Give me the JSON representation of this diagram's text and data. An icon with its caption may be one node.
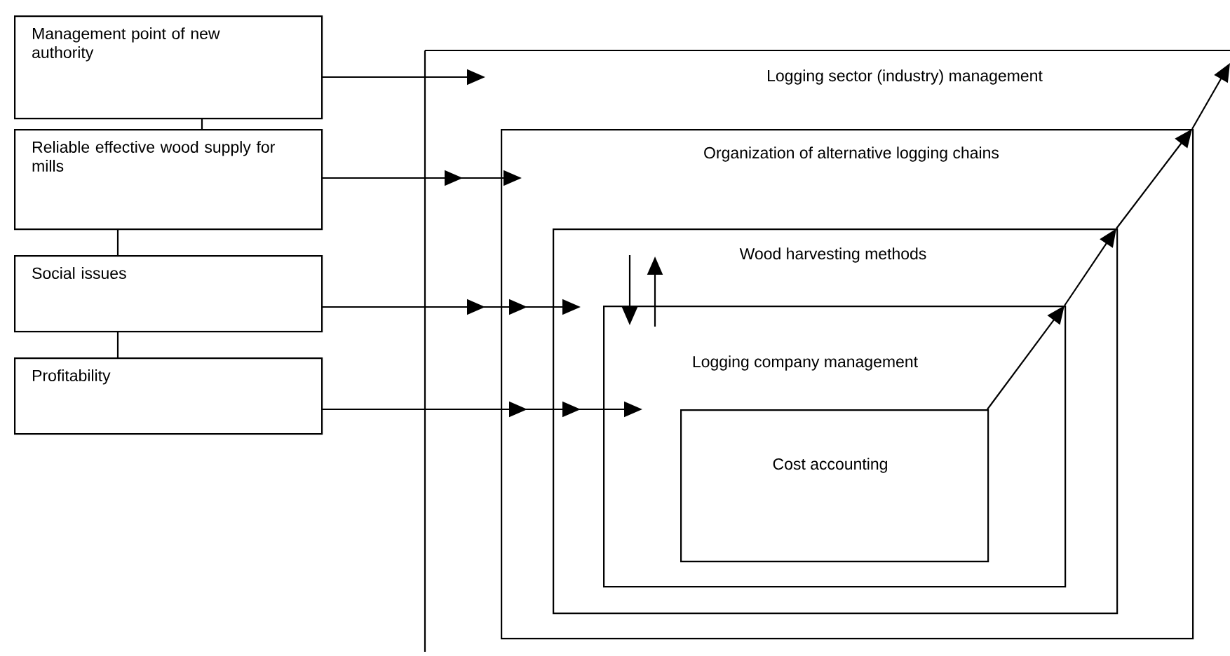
{
  "diagram": {
    "nodes": [
      {
        "text": [
          "Management point of new authority"
        ]
      },
      {
        "text": [
          "Reliable effective wood supply for mills"
        ]
      },
      {
        "text": [
          "Social issues"
        ]
      },
      {
        "text": [
          "Profitability"
        ]
      },
      {
        "text": [
          "Logging sector (industry) management"
        ]
      },
      {
        "text": [
          "Organization of alternative logging chains"
        ],
        "in": 4
      },
      {
        "text": [
          "Wood harvesting methods"
        ],
        "in": 5
      },
      {
        "text": [
          "Logging company management"
        ],
        "in": 6
      },
      {
        "text": [
          "Cost accounting"
        ],
        "in": 7
      }
    ],
    "edges": [
      {
        "from": 0,
        "to": 1,
        "arrow": "none"
      },
      {
        "from": 1,
        "to": 2,
        "arrow": "none"
      },
      {
        "from": 2,
        "to": 3,
        "arrow": "none"
      },
      {
        "from": 0,
        "to": 4,
        "arrow": "to"
      },
      {
        "from": 1,
        "to": 5,
        "arrow": "to"
      },
      {
        "from": 2,
        "to": 6,
        "arrow": "to"
      },
      {
        "from": 3,
        "to": 7,
        "arrow": "to"
      },
      {
        "from": 6,
        "to": 7,
        "arrow": "to"
      },
      {
        "from": 7,
        "to": 6,
        "arrow": "to"
      },
      {
        "from": 8,
        "to": 7,
        "arrow": "to"
      },
      {
        "from": 7,
        "to": 6,
        "arrow": "to"
      },
      {
        "from": 6,
        "to": 5,
        "arrow": "to"
      },
      {
        "from": 5,
        "to": 4,
        "arrow": "to"
      }
    ]
  }
}
